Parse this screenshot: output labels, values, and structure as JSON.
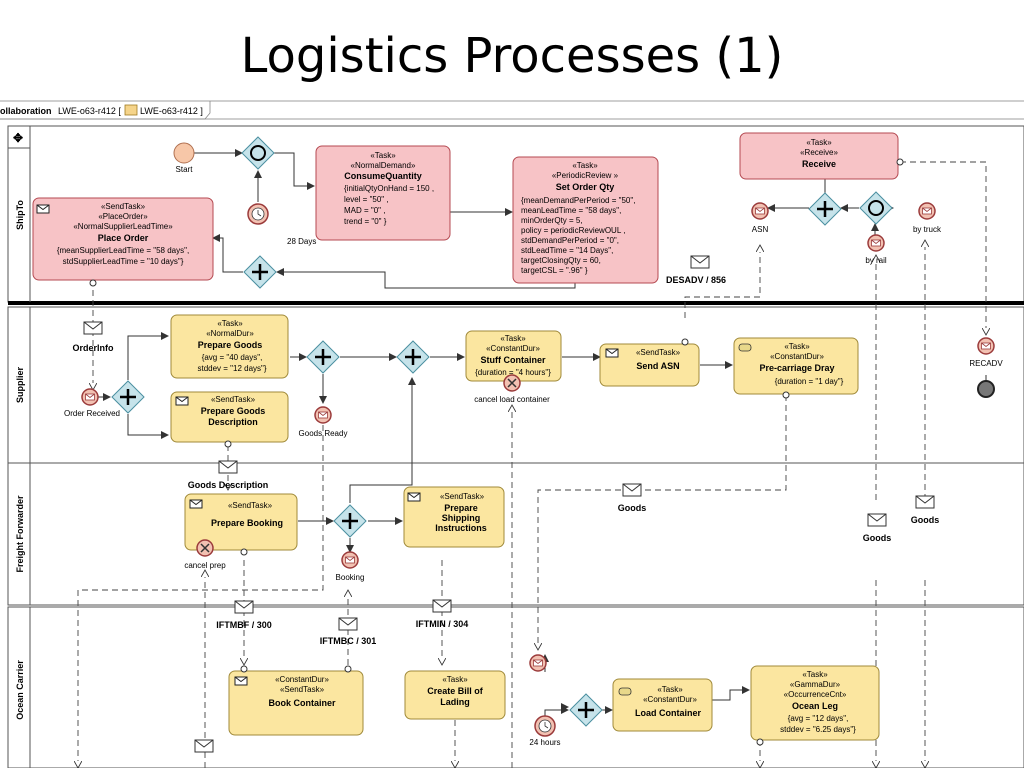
{
  "title": "Logistics Processes (1)",
  "frame": {
    "label_bold": "ollaboration",
    "label_rest": "LWE-o63-r412 [",
    "label_ref": "LWE-o63-r412 ]"
  },
  "lanes": {
    "shipto": "ShipTo",
    "supplier": "Supplier",
    "freight": "Freight Forwarder",
    "ocean": "Ocean Carrier"
  },
  "shipto": {
    "start_label": "Start",
    "timer_label": "28 Days",
    "place_order": {
      "s1": "«SendTask»",
      "s2": "«PlaceOrder»",
      "s3": "«NormalSupplierLeadTime»",
      "name": "Place Order",
      "p1": "{meanSupplierLeadTime = \"58  days\",",
      "p2": "stdSupplierLeadTime = \"10 days\"}"
    },
    "consume": {
      "s1": "«Task»",
      "s2": "«NormalDemand»",
      "name": "ConsumeQuantity",
      "p1": "{initialQtyOnHand = 150 ,",
      "p2": "level = \"50\" ,",
      "p3": "MAD = \"0\" ,",
      "p4": "trend = \"0\" }"
    },
    "set_order": {
      "s1": "«Task»",
      "s2": "«PeriodicReview »",
      "name": "Set Order Qty",
      "p1": "{meanDemandPerPeriod = \"50\",",
      "p2": "meanLeadTime = \"58  days\",",
      "p3": "minOrderQty = 5,",
      "p4": "policy = periodicReviewOUL ,",
      "p5": "stdDemandPerPeriod = \"0\",",
      "p6": "stdLeadTime = \"14 Days\",",
      "p7": "targetClosingQty = 60,",
      "p8": "targetCSL = \".96\" }"
    },
    "receive": {
      "s1": "«Task»",
      "s2": "«Receive»",
      "name": "Receive"
    },
    "asn_label": "ASN",
    "by_rail_label": "by rail",
    "by_truck_label": "by truck",
    "desadv_label": "DESADV / 856"
  },
  "supplier": {
    "orderinfo_label": "OrderInfo",
    "order_received_label": "Order Received",
    "prepare_goods": {
      "s1": "«Task»",
      "s2": "«NormalDur»",
      "name": "Prepare Goods",
      "p1": "{avg = \"40  days\",",
      "p2": "stddev = \"12 days\"}"
    },
    "prepare_desc": {
      "s1": "«SendTask»",
      "name1": "Prepare Goods",
      "name2": "Description"
    },
    "goods_ready_label": "Goods Ready",
    "stuff": {
      "s1": "«Task»",
      "s2": "«ConstantDur»",
      "name": "Stuff Container",
      "p1": "{duration = \"4  hours\"}"
    },
    "cancel_load_label": "cancel load container",
    "send_asn": {
      "s1": "«SendTask»",
      "name": "Send ASN"
    },
    "precarriage": {
      "s1": "«Task»",
      "s2": "«ConstantDur»",
      "name": "Pre-carriage Dray",
      "p1": "{duration = \"1  day\"}"
    },
    "recadv_label": "RECADV"
  },
  "freight": {
    "goods_desc_label": "Goods Description",
    "prepare_booking": {
      "s1": "«SendTask»",
      "name": "Prepare Booking"
    },
    "cancel_prep_label": "cancel prep",
    "booking_label": "Booking",
    "shipping_instr": {
      "s1": "«SendTask»",
      "name1": "Prepare",
      "name2": "Shipping",
      "name3": "Instructions"
    },
    "goods1": "Goods",
    "goods2": "Goods",
    "goods3": "Goods"
  },
  "ocean": {
    "iftmbf_label": "IFTMBF / 300",
    "iftmbc_label": "IFTMBC / 301",
    "iftmin_label": "IFTMIN / 304",
    "book_container": {
      "s1": "«ConstantDur»",
      "s2": "«SendTask»",
      "name": "Book Container"
    },
    "bill_of_lading": {
      "s1": "«Task»",
      "name1": "Create Bill of",
      "name2": "Lading"
    },
    "hours_label": "24 hours",
    "load_container": {
      "s1": "«Task»",
      "s2": "«ConstantDur»",
      "name": "Load Container"
    },
    "ocean_leg": {
      "s1": "«Task»",
      "s2": "«GammaDur»",
      "s3": "«OccurrenceCnt»",
      "name": "Ocean Leg",
      "p1": "{avg = \"12  days\",",
      "p2": "stddev = \"6.25 days\"}"
    }
  },
  "colors": {
    "pink_fill": "#f7c3c6",
    "pink_stroke": "#b54a52",
    "yellow_fill": "#fbe6a0",
    "yellow_stroke": "#a08a3a",
    "gateway_fill": "#c6e3ea",
    "gateway_stroke": "#4a8fa0",
    "event_fill": "#f2c1b2",
    "end_fill": "#777777"
  }
}
